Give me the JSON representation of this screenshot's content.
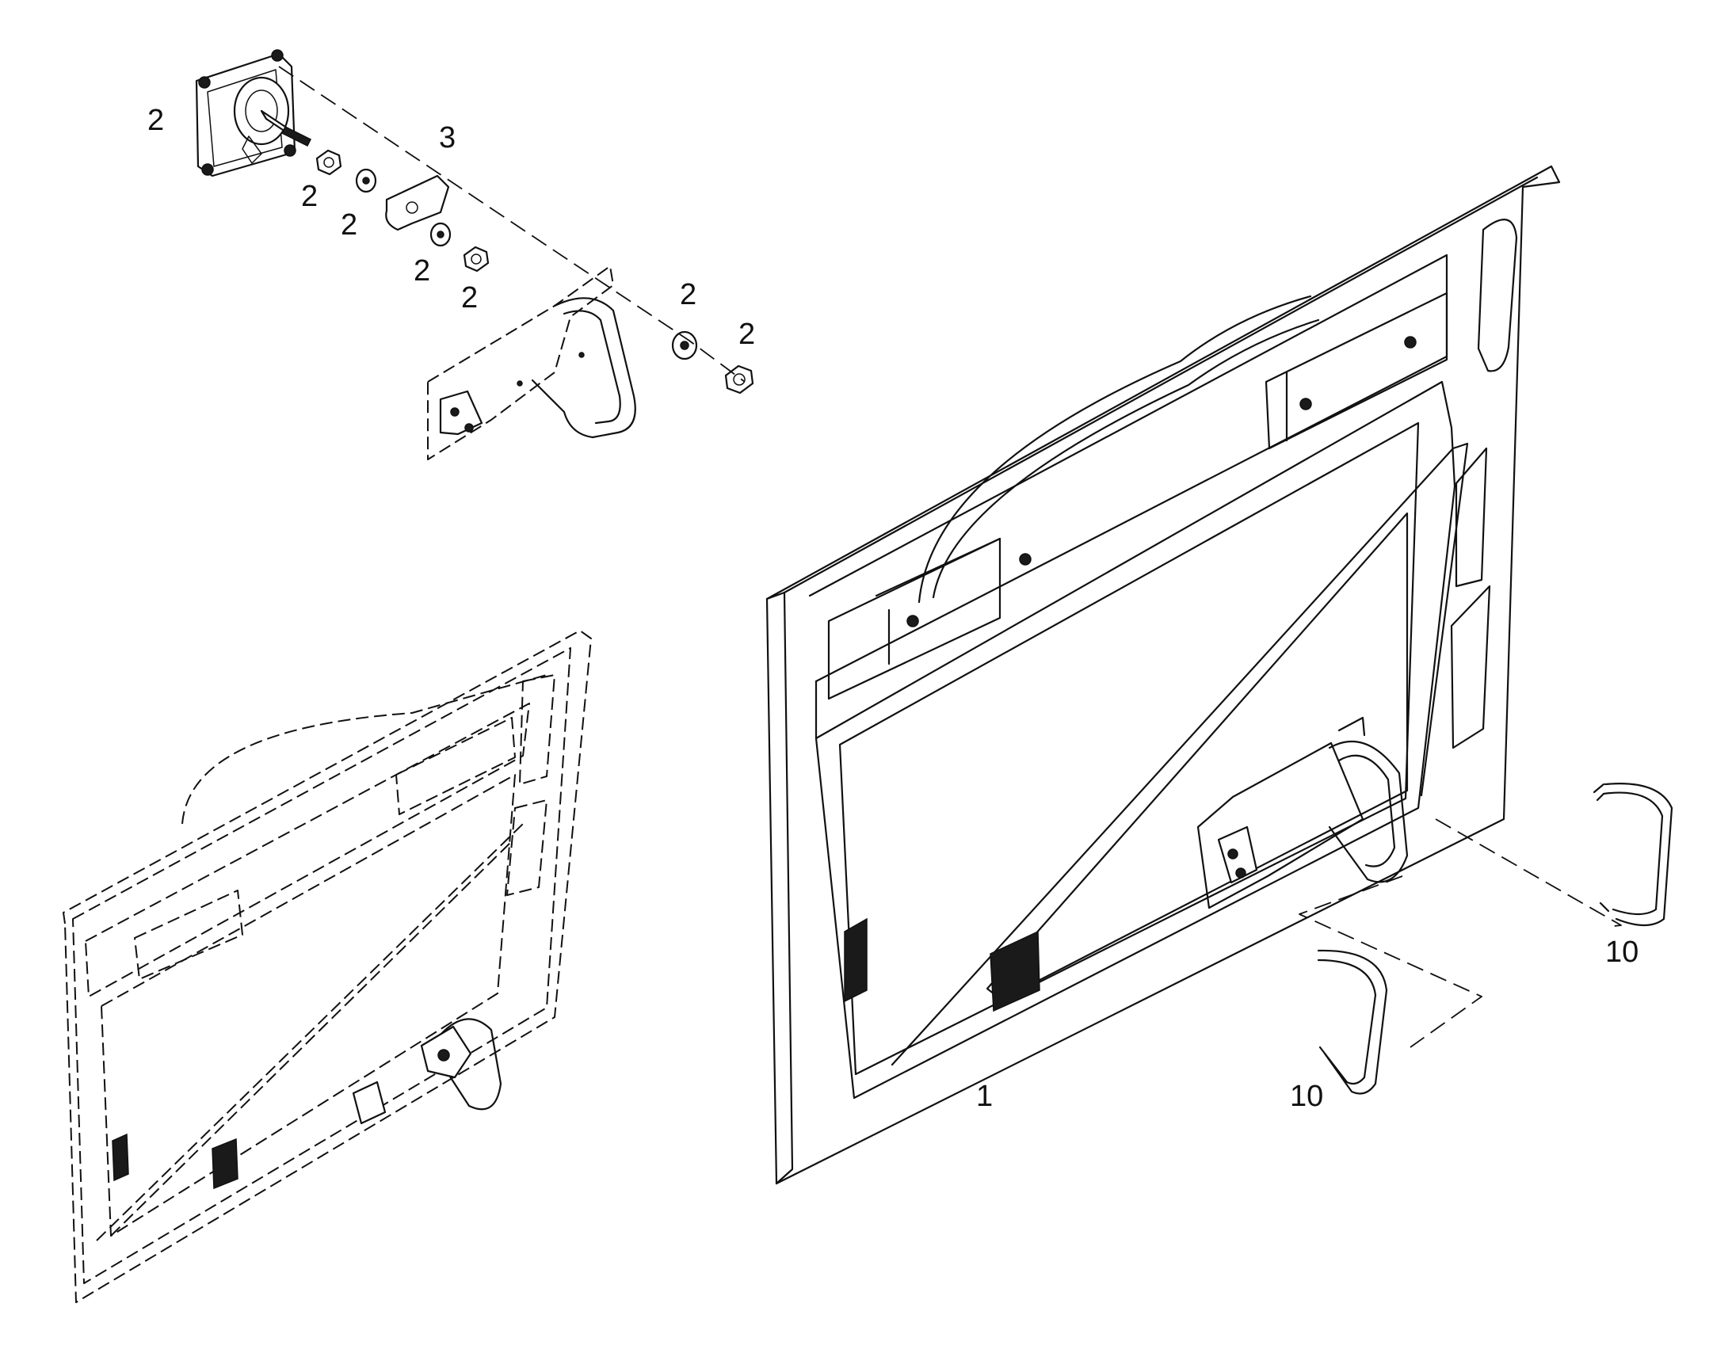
{
  "callouts": [
    {
      "id": "c-2a",
      "text": "2"
    },
    {
      "id": "c-3",
      "text": "3"
    },
    {
      "id": "c-2b",
      "text": "2"
    },
    {
      "id": "c-2c",
      "text": "2"
    },
    {
      "id": "c-2d",
      "text": "2"
    },
    {
      "id": "c-2e",
      "text": "2"
    },
    {
      "id": "c-2f",
      "text": "2"
    },
    {
      "id": "c-2g",
      "text": "2"
    },
    {
      "id": "c-1",
      "text": "1"
    },
    {
      "id": "c-10a",
      "text": "10"
    },
    {
      "id": "c-10b",
      "text": "10"
    }
  ],
  "colors": {
    "line": "#111111",
    "background": "#ffffff"
  }
}
